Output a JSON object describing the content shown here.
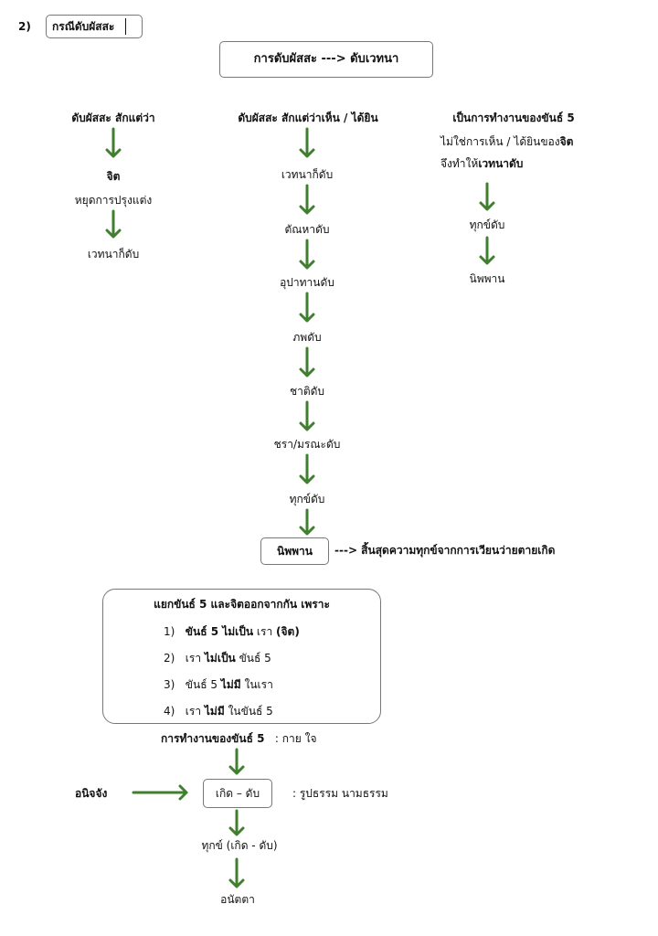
{
  "section": {
    "number": "2)",
    "title": "กรณีดับผัสสะ"
  },
  "main_title": "การดับผัสสะ  --->  ดับเวทนา",
  "left": {
    "header": "ดับผัสสะ สักแต่ว่า",
    "step1": "จิต",
    "step2": "หยุดการปรุงแต่ง",
    "step3": "เวทนาก็ดับ"
  },
  "middle": {
    "header": "ดับผัสสะ สักแต่ว่าเห็น / ได้ยิน",
    "steps": [
      "เวทนาก็ดับ",
      "ตัณหาดับ",
      "อุปาทานดับ",
      "ภพดับ",
      "ชาติดับ",
      "ชรา/มรณะดับ",
      "ทุกข์ดับ"
    ],
    "final_box": "นิพพาน",
    "final_note": "---> สิ้นสุดความทุกข์จากการเวียนว่ายตายเกิด"
  },
  "right": {
    "header": "เป็นการทำงานของขันธ์ 5",
    "line2": "ไม่ใช่การเห็น / ได้ยินของ",
    "line2_bold": "จิต",
    "line3": "จึงทำให้",
    "line3_bold": "เวทนาดับ",
    "step1": "ทุกข์ดับ",
    "step2": "นิพพาน"
  },
  "reasons": {
    "title": "แยกขันธ์ 5 และจิตออกจากกัน เพราะ",
    "items": [
      {
        "num": "1)",
        "a": "ขันธ์ 5 ไม่เป็น",
        "b": " เรา ",
        "c": "(จิต)"
      },
      {
        "num": "2)",
        "a": "เรา ",
        "b": "ไม่เป็น",
        "c": " ขันธ์ 5"
      },
      {
        "num": "3)",
        "a": "ขันธ์ 5 ",
        "b": "ไม่มี",
        "c": " ในเรา"
      },
      {
        "num": "4)",
        "a": "เรา ",
        "b": "ไม่มี",
        "c": " ในขันธ์ 5"
      }
    ]
  },
  "function": {
    "label": "การทำงานของขันธ์ 5",
    "desc": ": กาย ใจ",
    "anicca": "อนิจจัง",
    "box": "เกิด – ดับ",
    "box_note": ": รูปธรรม นามธรรม",
    "dukkha": "ทุกข์ (เกิด - ดับ)",
    "anatta": "อนัตตา"
  },
  "colors": {
    "arrow": "#3f7f2f",
    "box_border": "#777777"
  }
}
